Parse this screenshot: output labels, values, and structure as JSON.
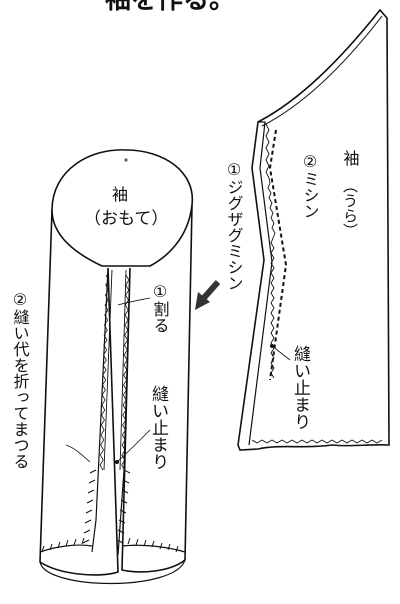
{
  "header": {
    "title_fragment": "袖を作る。"
  },
  "right_piece": {
    "name": "袖",
    "side": "（うら）",
    "label_zigzag": "①ジグザグミシン",
    "label_machine": "②ミシン",
    "label_stop": "縫い止まり"
  },
  "left_piece": {
    "name": "袖",
    "side": "（おもて）",
    "label_split": "①割る",
    "label_fold": "②縫い代を折ってまつる",
    "label_stop": "縫い止まり"
  },
  "arrow": {
    "direction": "down-left",
    "icon": "arrow-icon"
  }
}
